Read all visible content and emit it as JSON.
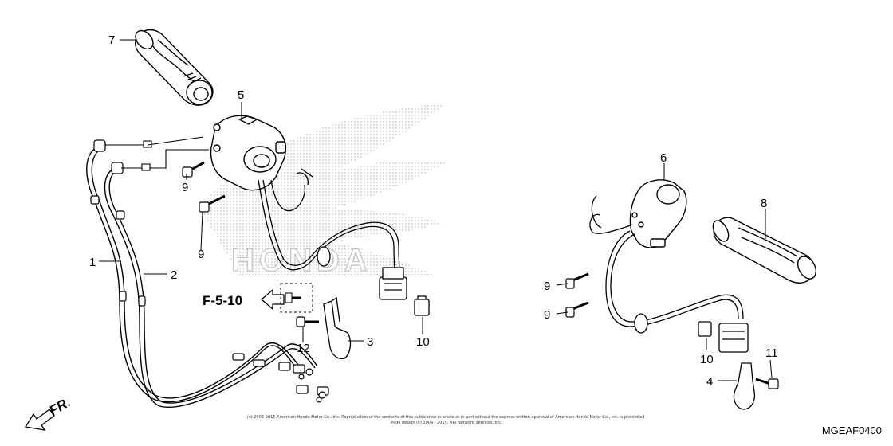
{
  "diagram": {
    "callouts": {
      "c1": "1",
      "c2": "2",
      "c3": "3",
      "c4": "4",
      "c5": "5",
      "c6": "6",
      "c7": "7",
      "c8": "8",
      "c9a": "9",
      "c9b": "9",
      "c9c": "9",
      "c9d": "9",
      "c10a": "10",
      "c10b": "10",
      "c11": "11",
      "c12": "12"
    },
    "reference": "F-5-10",
    "front_marker": "FR.",
    "copyright_line1": "(c) 2003-2015 American Honda Motor Co., Inc. Reproduction of the contents of this publication in whole or in part without the express written approval of American Honda Motor Co., Inc. is prohibited.",
    "copyright_line2": "Page design (c) 2004 - 2015, ARI Network Services, Inc.",
    "diagram_code": "MGEAF0400"
  }
}
